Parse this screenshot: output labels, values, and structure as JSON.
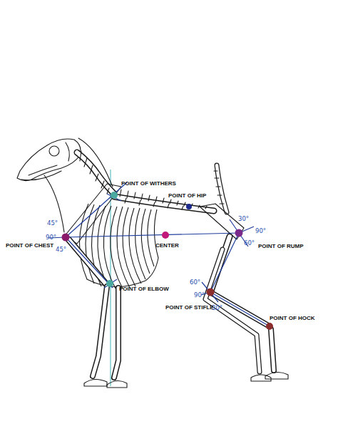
{
  "diagram": {
    "labels": [
      "POINT OF WITHERS",
      "POINT OF HIP",
      "45°",
      "30°",
      "90°",
      "90°",
      "POINT OF CHEST",
      "CENTER",
      "POINT OF RUMP",
      "45°",
      "60°",
      "60°",
      "POINT OF ELBOW",
      "90°",
      "POINT OF STIFLE",
      "30°",
      "POINT OF HOCK"
    ]
  }
}
